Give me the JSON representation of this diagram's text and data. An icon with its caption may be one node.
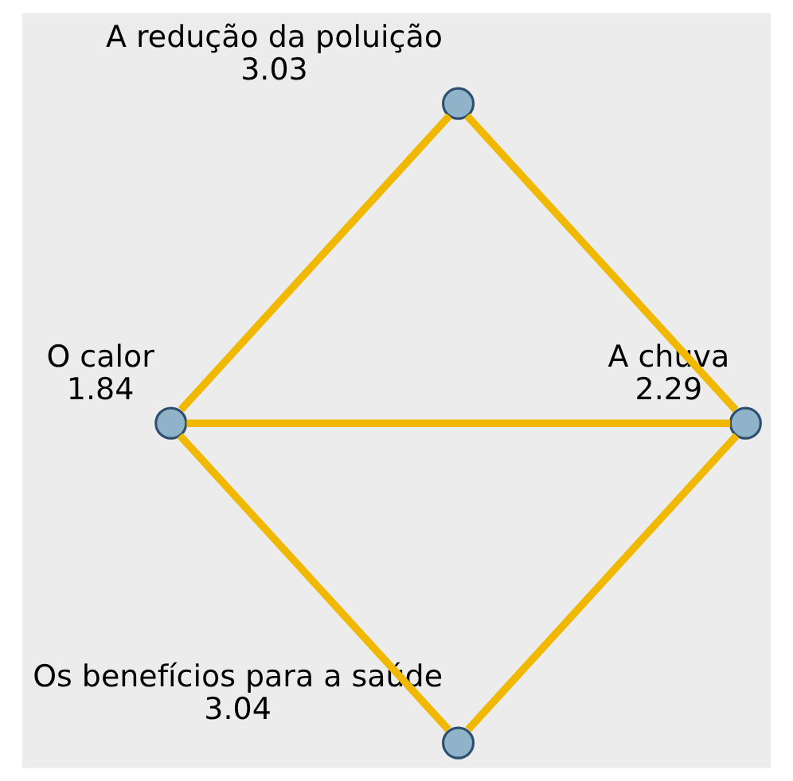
{
  "diagram": {
    "nodes": [
      {
        "text": [],
        "shape": "circle",
        "beside": [
          "A redução da poluição",
          "3.03"
        ]
      },
      {
        "text": [],
        "shape": "circle",
        "beside": [
          "O calor",
          "1.84"
        ]
      },
      {
        "text": [],
        "shape": "circle",
        "beside": [
          "A chuva",
          "2.29"
        ]
      },
      {
        "text": [],
        "shape": "circle",
        "beside": [
          "Os benefícios para a saúde",
          "3.04"
        ]
      }
    ],
    "edges": [
      {
        "from": 0,
        "to": 1,
        "arrow": "none"
      },
      {
        "from": 0,
        "to": 2,
        "arrow": "none"
      },
      {
        "from": 1,
        "to": 2,
        "arrow": "none"
      },
      {
        "from": 1,
        "to": 3,
        "arrow": "none"
      },
      {
        "from": 2,
        "to": 3,
        "arrow": "none"
      }
    ]
  }
}
